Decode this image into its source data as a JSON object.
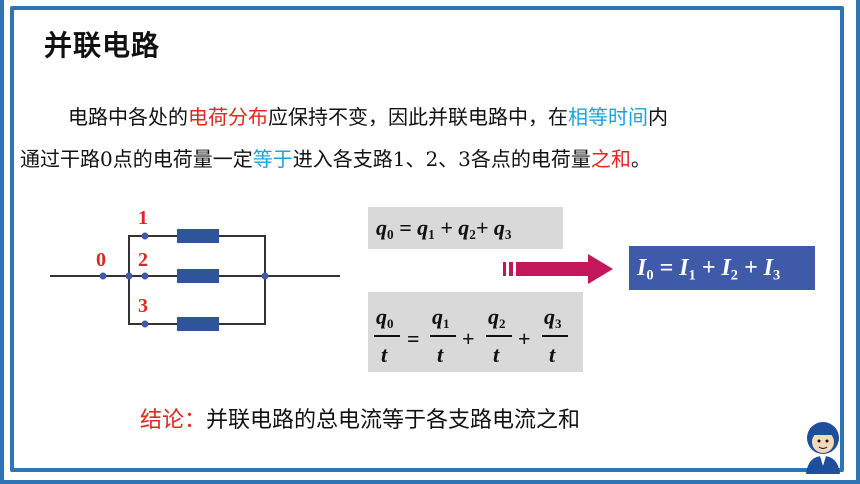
{
  "title": "并联电路",
  "paragraph": {
    "line1": [
      {
        "t": "电路中各处的",
        "c": ""
      },
      {
        "t": "电荷分布",
        "c": "red"
      },
      {
        "t": "应保持不变，因此并联电路中，在",
        "c": ""
      },
      {
        "t": "相等时间",
        "c": "blue"
      },
      {
        "t": "内",
        "c": ""
      }
    ],
    "line2": [
      {
        "t": "通过干路0点的电荷量一定",
        "c": ""
      },
      {
        "t": "等于",
        "c": "blue"
      },
      {
        "t": "进入各支路1、2、3各点的电荷量",
        "c": ""
      },
      {
        "t": "之和",
        "c": "red"
      },
      {
        "t": "。",
        "c": ""
      }
    ]
  },
  "circuit": {
    "labels": [
      "0",
      "1",
      "2",
      "3"
    ],
    "label_color": "#e0271f",
    "resistor_color": "#2e5597"
  },
  "equations": {
    "charge_sum": "q0 = q1 + q2+ q3",
    "ratio": "q0/t = q1/t + q2/t + q3/t",
    "current_sum": "I0 = I1 + I2 + I3"
  },
  "conclusion": {
    "label": "结论：",
    "text": "并联电路的总电流等于各支路电流之和"
  },
  "colors": {
    "frame": "#2e75b6",
    "red": "#e0271f",
    "blue": "#1aa3d8",
    "arrow": "#c2185b"
  }
}
